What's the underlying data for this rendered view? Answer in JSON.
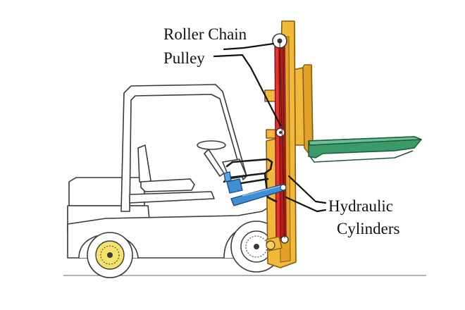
{
  "labels": {
    "roller_chain_line1": "Roller Chain",
    "roller_chain_line2": "Pulley",
    "hydraulic_line1": "Hydraulic",
    "hydraulic_line2": "Cylinders"
  },
  "colors": {
    "outline": "#3a3a3a",
    "body": "#ffffff",
    "mast": "#f2b83a",
    "mast_dark": "#c9871a",
    "cylinder": "#e8342c",
    "cylinder_dark": "#9c1a16",
    "fork": "#2f8a5a",
    "fork_light": "#5fb88a",
    "tilt_cylinder": "#3d8fd6",
    "wheel_hub": "#f5e26a",
    "leader": "#111111"
  }
}
